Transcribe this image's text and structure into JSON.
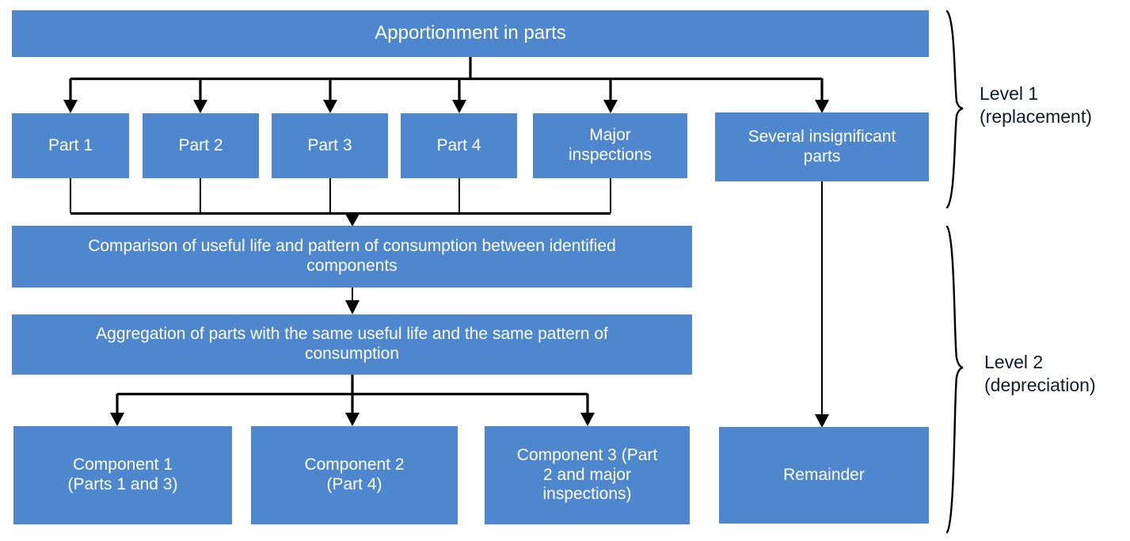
{
  "diagram": {
    "title_box": {
      "label": "Apportionment in parts"
    },
    "level1_nodes": [
      {
        "label": "Part 1"
      },
      {
        "label": "Part 2"
      },
      {
        "label": "Part 3"
      },
      {
        "label": "Part 4"
      },
      {
        "label": "Major\ninspections"
      },
      {
        "label": "Several insignificant\nparts"
      }
    ],
    "process_nodes": [
      {
        "label": "Comparison of useful life and pattern of consumption between identified\ncomponents"
      },
      {
        "label": "Aggregation of parts with the same useful life and the same pattern of\nconsumption"
      }
    ],
    "level2_nodes": [
      {
        "label": "Component 1\n(Parts 1 and 3)"
      },
      {
        "label": "Component 2\n(Part 4)"
      },
      {
        "label": "Component 3 (Part\n2 and major\ninspections)"
      },
      {
        "label": "Remainder"
      }
    ],
    "brackets": [
      {
        "label": "Level 1\n(replacement)"
      },
      {
        "label": "Level 2\n(depreciation)"
      }
    ],
    "colors": {
      "node_fill": "#4E87CE",
      "node_text": "#FFFFFF",
      "connector": "#000000",
      "bracket_text": "#0F1B2E",
      "background": "#FFFFFF"
    }
  }
}
